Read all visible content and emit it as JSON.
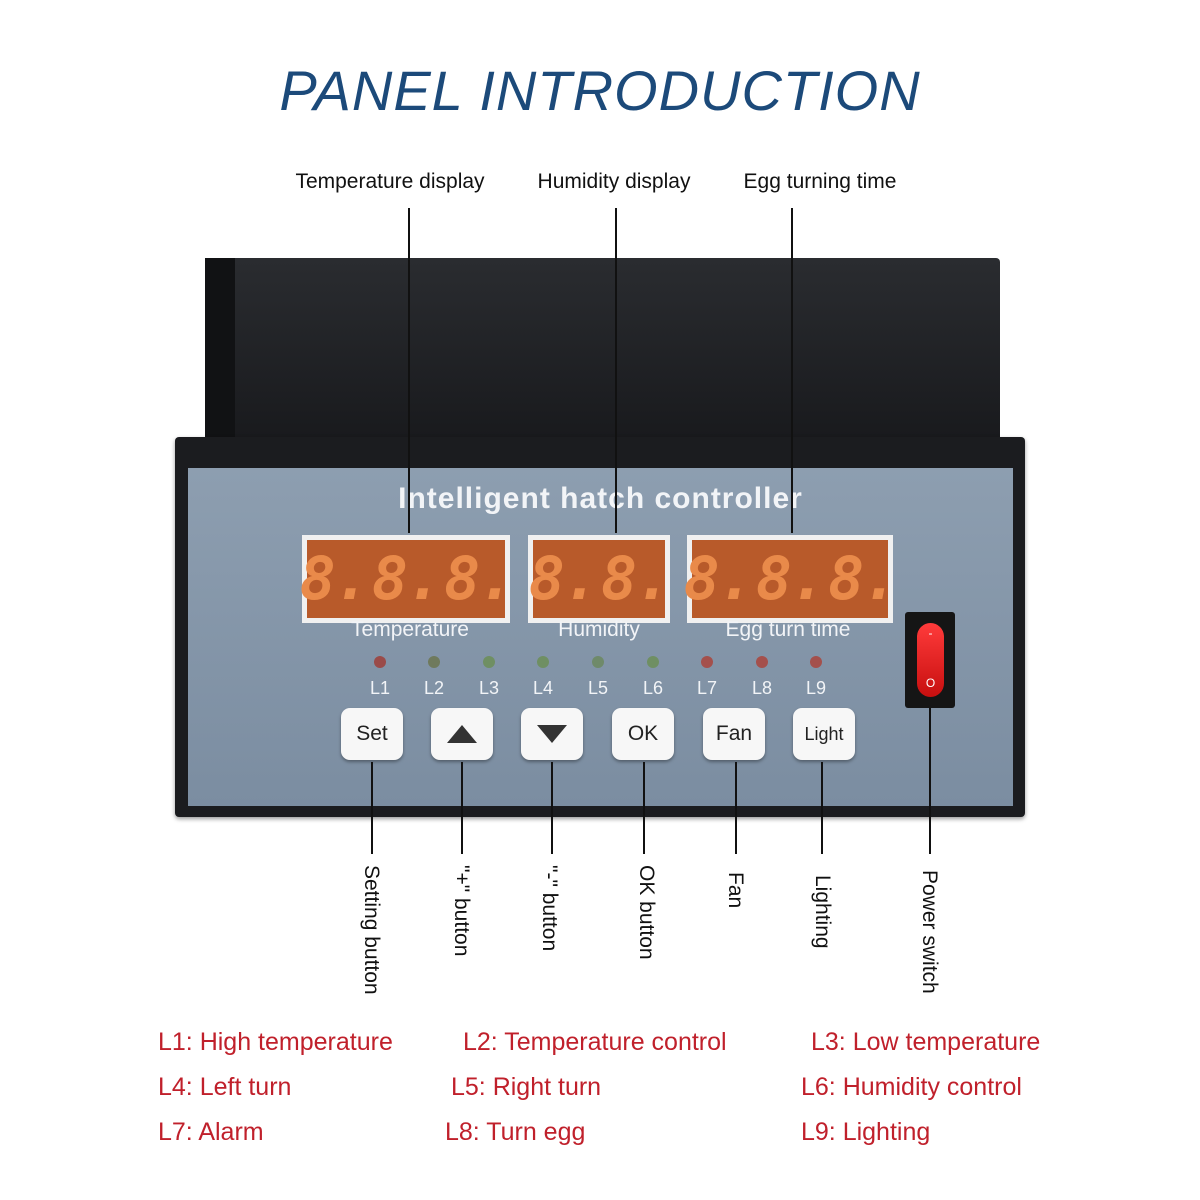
{
  "title": "PANEL  INTRODUCTION",
  "top_labels": {
    "temperature_display": "Temperature display",
    "humidity_display": "Humidity display",
    "egg_turning_time": "Egg turning time"
  },
  "panel": {
    "title": "Intelligent hatch controller",
    "displays": {
      "temperature": {
        "digits": [
          "8.",
          "8.",
          "8."
        ],
        "caption": "Temperature"
      },
      "humidity": {
        "digits": [
          "8.",
          "8."
        ],
        "caption": "Humidity"
      },
      "egg_turn_time": {
        "digits": [
          "8.",
          "8.",
          "8."
        ],
        "caption": "Egg turn time"
      }
    },
    "leds": [
      {
        "label": "L1",
        "color": "#9a4b49"
      },
      {
        "label": "L2",
        "color": "#6f7a5d"
      },
      {
        "label": "L3",
        "color": "#6f8f63"
      },
      {
        "label": "L4",
        "color": "#6f8f63"
      },
      {
        "label": "L5",
        "color": "#6f8a6a"
      },
      {
        "label": "L6",
        "color": "#6f8f63"
      },
      {
        "label": "L7",
        "color": "#a4504c"
      },
      {
        "label": "L8",
        "color": "#a4504c"
      },
      {
        "label": "L9",
        "color": "#a4504c"
      }
    ],
    "buttons": {
      "set": "Set",
      "up_icon": "up-triangle-icon",
      "down_icon": "down-triangle-icon",
      "ok": "OK",
      "fan": "Fan",
      "light": "Light"
    },
    "power_switch": {
      "on_mark": "-",
      "off_mark": "O",
      "color": "#e01e1e"
    }
  },
  "callouts": {
    "setting_button": "Setting button",
    "plus_button": "\"+\" button",
    "minus_button": "\"-\" button",
    "ok_button": "OK button",
    "fan": "Fan",
    "lighting": "Lighting",
    "power_switch": "Power switch"
  },
  "legend": {
    "color": "#c0202b",
    "items": [
      "L1: High temperature",
      "L2: Temperature control",
      "L3: Low temperature",
      "L4: Left turn",
      "L5: Right turn",
      "L6: Humidity control",
      "L7: Alarm",
      "L8: Turn egg",
      "L9: Lighting"
    ]
  }
}
